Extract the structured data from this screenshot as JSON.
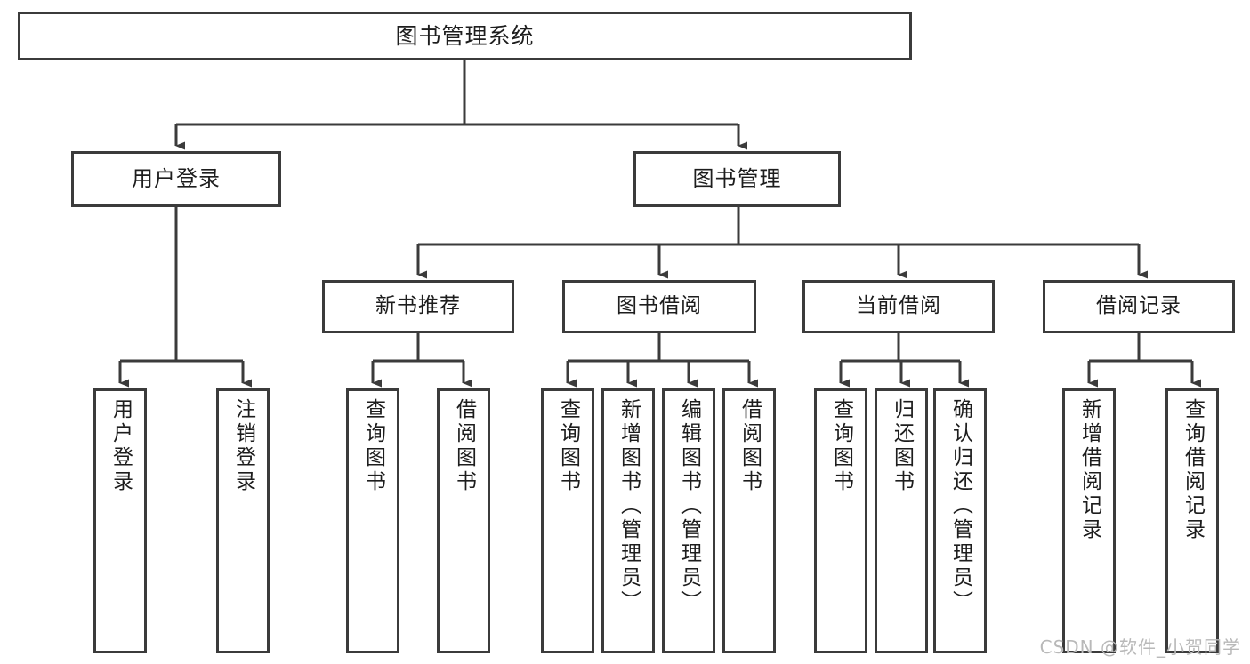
{
  "diagram": {
    "title": "图书管理系统",
    "type": "hierarchy-tree",
    "edge_color": "#3b3b3b",
    "node_fill": "#ffffff",
    "node_border": "#3b3b3b",
    "text_color": "#1d1d1d",
    "watermark": "CSDN @软件_小贺同学",
    "watermark_color": "#b9b9b9"
  },
  "nodes": {
    "root": {
      "label": "图书管理系统"
    },
    "level2": [
      {
        "label": "用户登录"
      },
      {
        "label": "图书管理"
      }
    ],
    "level3": [
      {
        "label": "新书推荐"
      },
      {
        "label": "图书借阅"
      },
      {
        "label": "当前借阅"
      },
      {
        "label": "借阅记录"
      }
    ],
    "leaves": {
      "user_login": [
        {
          "label": "用户登录"
        },
        {
          "label": "注销登录"
        }
      ],
      "new_book": [
        {
          "label": "查询图书"
        },
        {
          "label": "借阅图书"
        }
      ],
      "book_borrow": [
        {
          "label": "查询图书"
        },
        {
          "label": "新增图书（管理员）"
        },
        {
          "label": "编辑图书（管理员）"
        },
        {
          "label": "借阅图书"
        }
      ],
      "current_borrow": [
        {
          "label": "查询图书"
        },
        {
          "label": "归还图书"
        },
        {
          "label": "确认归还（管理员）"
        }
      ],
      "borrow_record": [
        {
          "label": "新增借阅记录"
        },
        {
          "label": "查询借阅记录"
        }
      ]
    }
  }
}
